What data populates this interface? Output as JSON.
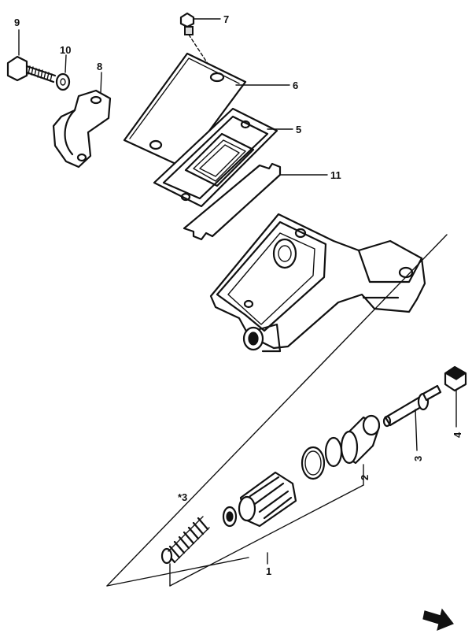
{
  "diagram": {
    "callouts": {
      "c1": "1",
      "c2": "2",
      "c3": "3",
      "c4": "4",
      "c5": "5",
      "c6": "6",
      "c7": "7",
      "c8": "8",
      "c9": "9",
      "c10": "10",
      "c11": "11",
      "star": "*3"
    }
  }
}
